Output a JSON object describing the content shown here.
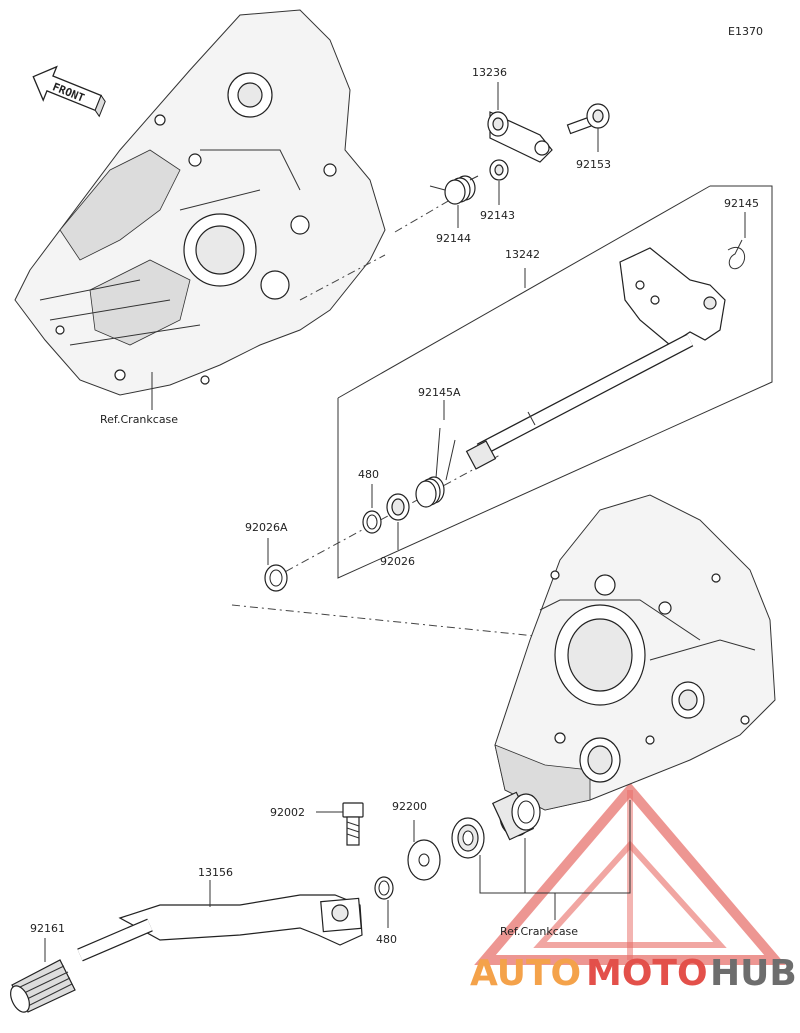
{
  "diagram_code": "E1370",
  "front_label": "FRONT",
  "parts": {
    "p13236": "13236",
    "p92153": "92153",
    "p92143": "92143",
    "p92144": "92144",
    "p13242": "13242",
    "p92145": "92145",
    "p92145A": "92145A",
    "p480_top": "480",
    "p92026A": "92026A",
    "p92026": "92026",
    "p92002": "92002",
    "p92200": "92200",
    "p13156": "13156",
    "p92161": "92161",
    "p480_bottom": "480"
  },
  "references": {
    "crankcase_top": "Ref.Crankcase",
    "crankcase_bottom": "Ref.Crankcase"
  },
  "watermark": {
    "auto": "AUTO",
    "moto": "MOTO",
    "hub": "HUB",
    "color_red": "#e3504a",
    "color_orange": "#f4a24a",
    "color_gray": "#6d6d6d"
  }
}
